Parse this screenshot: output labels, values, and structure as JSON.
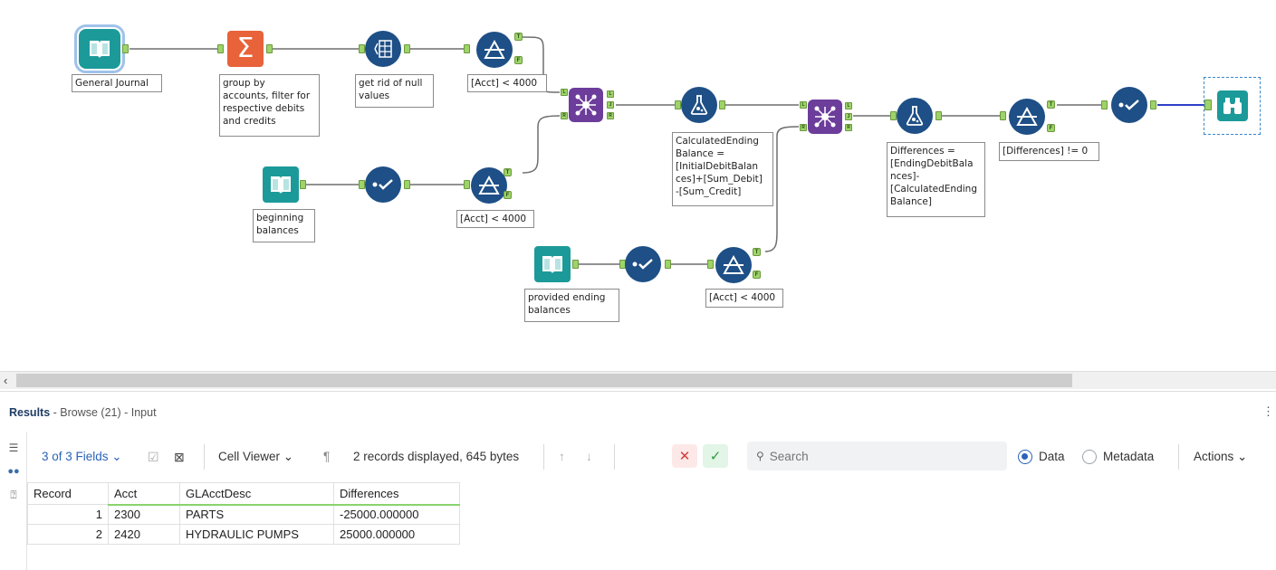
{
  "workflow": {
    "notes": {
      "general_journal": "General Journal",
      "group_by": "group by\naccounts, filter for\nrespective debits\nand credits",
      "null_values": "get rid of null\nvalues",
      "filter1": "[Acct] < 4000",
      "beginning": "beginning\nbalances",
      "filter2": "[Acct] < 4000",
      "formula1": "CalculatedEnding\nBalance =\n[InitialDebitBalan\nces]+[Sum_Debit]\n-[Sum_Credit]",
      "provided": "provided ending\nbalances",
      "filter3": "[Acct] < 4000",
      "formula2": "Differences =\n[EndingDebitBala\nnces]-\n[CalculatedEnding\nBalance]",
      "filter4": "[Differences] != 0"
    },
    "anchor_labels": {
      "true": "T",
      "false": "F",
      "left": "L",
      "join": "J",
      "right": "R"
    },
    "colors": {
      "navy": "#1e4f86",
      "teal": "#1c9a9a",
      "orange": "#e8623a",
      "purple": "#6c3d9a",
      "anchor": "#9ed36a",
      "selected_link": "#2d3fc8"
    }
  },
  "results": {
    "title": "Results",
    "subtitle": " - Browse (21) - Input",
    "toolbar": {
      "fields": "3 of 3 Fields",
      "cell_viewer": "Cell Viewer",
      "records": "2 records displayed, 645 bytes",
      "search_placeholder": "Search",
      "data": "Data",
      "metadata": "Metadata",
      "actions": "Actions",
      "selected_view": "Data"
    },
    "columns": [
      "Record",
      "Acct",
      "GLAcctDesc",
      "Differences"
    ],
    "rows": [
      [
        "1",
        "2300",
        "PARTS",
        "-25000.000000"
      ],
      [
        "2",
        "2420",
        "HYDRAULIC PUMPS",
        "25000.000000"
      ]
    ]
  }
}
